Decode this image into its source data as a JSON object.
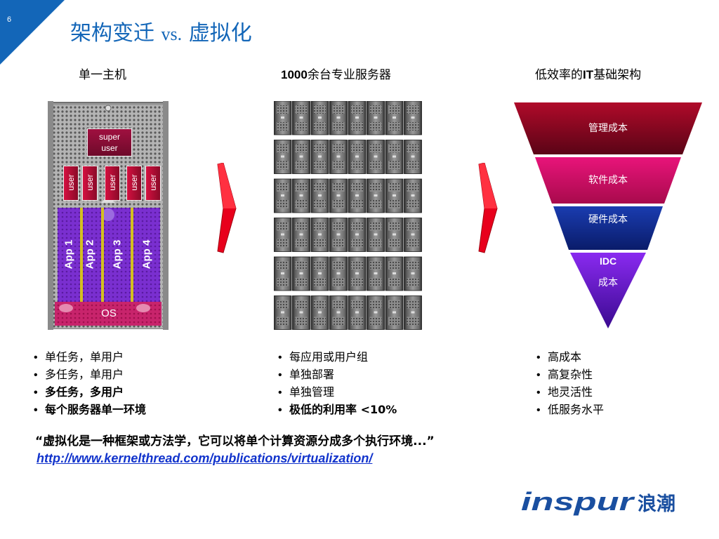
{
  "slide": {
    "number": "6",
    "accent_color": "#1366b8"
  },
  "title": {
    "main": "架构变迁",
    "vs": "vs.",
    "tail": "虚拟化"
  },
  "columns": [
    {
      "title": "单一主机",
      "bullets": [
        {
          "text": "单任务，单用户",
          "bold": false
        },
        {
          "text": "多任务，单用户",
          "bold": false
        },
        {
          "text": "多任务，多用户",
          "bold": true
        },
        {
          "text": "每个服务器单一环境",
          "bold": true
        }
      ]
    },
    {
      "title_num": "1000",
      "title_text": "余台专业服务器",
      "bullets": [
        {
          "text": "每应用或用户组",
          "bold": false
        },
        {
          "text": "单独部署",
          "bold": false
        },
        {
          "text": "单独管理",
          "bold": false
        },
        {
          "text": "极低的利用率 <10%",
          "bold": true
        }
      ]
    },
    {
      "title_pre": "低效率的",
      "title_it": "IT",
      "title_post": "基础架构",
      "bullets": [
        {
          "text": "高成本",
          "bold": false
        },
        {
          "text": "高复杂性",
          "bold": false
        },
        {
          "text": "地灵活性",
          "bold": false
        },
        {
          "text": "低服务水平",
          "bold": false
        }
      ]
    }
  ],
  "server": {
    "super_user": [
      "super",
      "user"
    ],
    "users": [
      "user",
      "user",
      "user",
      "user",
      "user"
    ],
    "apps": [
      "App 1",
      "App 2",
      "App 3",
      "App 4"
    ],
    "os": "OS"
  },
  "funnel": [
    {
      "label": "管理成本"
    },
    {
      "label": "软件成本"
    },
    {
      "label": "硬件成本"
    },
    {
      "label": "IDC",
      "label2": "成本"
    }
  ],
  "quote": "“虚拟化是一种框架或方法学，它可以将单个计算资源分成多个执行环境...”",
  "url": "http://www.kernelthread.com/publications/virtualization/",
  "logo": {
    "latin": "INSPUR",
    "cn": "浪潮"
  }
}
